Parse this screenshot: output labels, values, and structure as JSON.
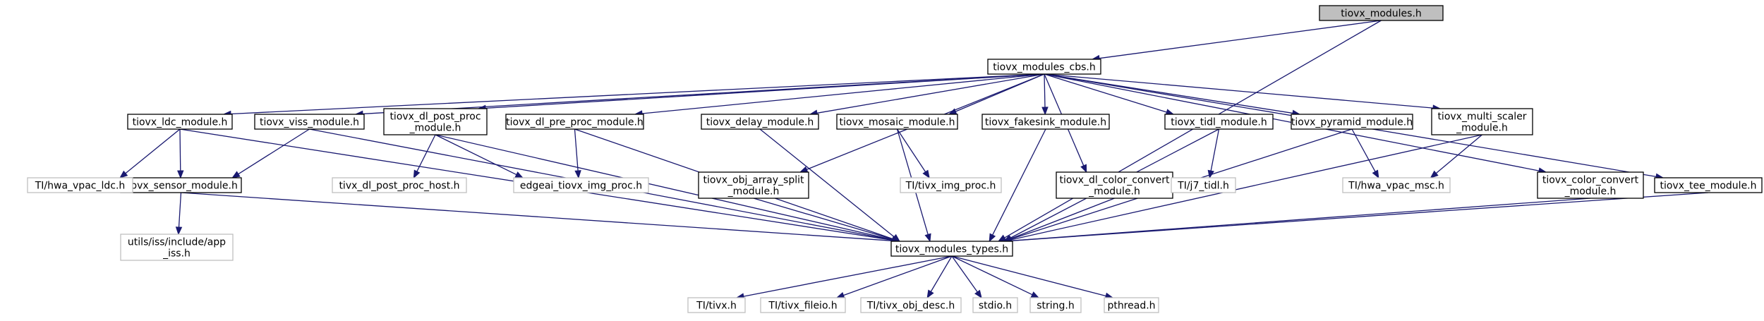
{
  "colors": {
    "edge": "#191970",
    "root_fill": "#bfbfbf",
    "external_border": "#bfbfbf",
    "node_border": "#000000"
  },
  "nodes": [
    {
      "id": "root",
      "kind": "root",
      "lines": [
        "tiovx_modules.h"
      ]
    },
    {
      "id": "cbs",
      "kind": "normal",
      "lines": [
        "tiovx_modules_cbs.h"
      ]
    },
    {
      "id": "types",
      "kind": "normal",
      "lines": [
        "tiovx_modules_types.h"
      ]
    },
    {
      "id": "ldc",
      "kind": "normal",
      "lines": [
        "tiovx_ldc_module.h"
      ]
    },
    {
      "id": "viss",
      "kind": "normal",
      "lines": [
        "tiovx_viss_module.h"
      ]
    },
    {
      "id": "dlpost",
      "kind": "normal",
      "lines": [
        "tiovx_dl_post_proc",
        "_module.h"
      ]
    },
    {
      "id": "dlpre",
      "kind": "normal",
      "lines": [
        "tiovx_dl_pre_proc_module.h"
      ]
    },
    {
      "id": "objarr",
      "kind": "normal",
      "lines": [
        "tiovx_obj_array_split",
        "_module.h"
      ]
    },
    {
      "id": "delay",
      "kind": "normal",
      "lines": [
        "tiovx_delay_module.h"
      ]
    },
    {
      "id": "mosaic",
      "kind": "normal",
      "lines": [
        "tiovx_mosaic_module.h"
      ]
    },
    {
      "id": "fakesink",
      "kind": "normal",
      "lines": [
        "tiovx_fakesink_module.h"
      ]
    },
    {
      "id": "dlcolor",
      "kind": "normal",
      "lines": [
        "tiovx_dl_color_convert",
        "_module.h"
      ]
    },
    {
      "id": "tidl",
      "kind": "normal",
      "lines": [
        "tiovx_tidl_module.h"
      ]
    },
    {
      "id": "pyramid",
      "kind": "normal",
      "lines": [
        "tiovx_pyramid_module.h"
      ]
    },
    {
      "id": "msc",
      "kind": "normal",
      "lines": [
        "tiovx_multi_scaler",
        "_module.h"
      ]
    },
    {
      "id": "colorconv",
      "kind": "normal",
      "lines": [
        "tiovx_color_convert",
        "_module.h"
      ]
    },
    {
      "id": "tee",
      "kind": "normal",
      "lines": [
        "tiovx_tee_module.h"
      ]
    },
    {
      "id": "sensor",
      "kind": "normal",
      "lines": [
        "tiovx_sensor_module.h"
      ]
    },
    {
      "id": "hwaldc",
      "kind": "external",
      "lines": [
        "TI/hwa_vpac_ldc.h"
      ]
    },
    {
      "id": "postproc_host",
      "kind": "external",
      "lines": [
        "tivx_dl_post_proc_host.h"
      ]
    },
    {
      "id": "edgeai",
      "kind": "external",
      "lines": [
        "edgeai_tiovx_img_proc.h"
      ]
    },
    {
      "id": "imgproc",
      "kind": "external",
      "lines": [
        "TI/tivx_img_proc.h"
      ]
    },
    {
      "id": "j7tidl",
      "kind": "external",
      "lines": [
        "TI/j7_tidl.h"
      ]
    },
    {
      "id": "hwamsc",
      "kind": "external",
      "lines": [
        "TI/hwa_vpac_msc.h"
      ]
    },
    {
      "id": "appiss",
      "kind": "external",
      "lines": [
        "utils/iss/include/app",
        "_iss.h"
      ]
    },
    {
      "id": "tivx",
      "kind": "external",
      "lines": [
        "TI/tivx.h"
      ]
    },
    {
      "id": "fileio",
      "kind": "external",
      "lines": [
        "TI/tivx_fileio.h"
      ]
    },
    {
      "id": "objdesc",
      "kind": "external",
      "lines": [
        "TI/tivx_obj_desc.h"
      ]
    },
    {
      "id": "stdio",
      "kind": "external",
      "lines": [
        "stdio.h"
      ]
    },
    {
      "id": "string",
      "kind": "external",
      "lines": [
        "string.h"
      ]
    },
    {
      "id": "pthread",
      "kind": "external",
      "lines": [
        "pthread.h"
      ]
    }
  ],
  "edges": [
    [
      "root",
      "cbs"
    ],
    [
      "root",
      "types"
    ],
    [
      "cbs",
      "ldc"
    ],
    [
      "cbs",
      "viss"
    ],
    [
      "cbs",
      "dlpost"
    ],
    [
      "cbs",
      "dlpre"
    ],
    [
      "cbs",
      "objarr"
    ],
    [
      "cbs",
      "delay"
    ],
    [
      "cbs",
      "mosaic"
    ],
    [
      "cbs",
      "fakesink"
    ],
    [
      "cbs",
      "dlcolor"
    ],
    [
      "cbs",
      "tidl"
    ],
    [
      "cbs",
      "pyramid"
    ],
    [
      "cbs",
      "msc"
    ],
    [
      "cbs",
      "colorconv"
    ],
    [
      "cbs",
      "tee"
    ],
    [
      "ldc",
      "hwaldc"
    ],
    [
      "ldc",
      "sensor"
    ],
    [
      "ldc",
      "types"
    ],
    [
      "viss",
      "sensor"
    ],
    [
      "viss",
      "types"
    ],
    [
      "dlpost",
      "postproc_host"
    ],
    [
      "dlpost",
      "edgeai"
    ],
    [
      "dlpost",
      "types"
    ],
    [
      "dlpre",
      "edgeai"
    ],
    [
      "dlpre",
      "types"
    ],
    [
      "objarr",
      "types"
    ],
    [
      "delay",
      "types"
    ],
    [
      "mosaic",
      "imgproc"
    ],
    [
      "mosaic",
      "types"
    ],
    [
      "fakesink",
      "types"
    ],
    [
      "dlcolor",
      "types"
    ],
    [
      "tidl",
      "j7tidl"
    ],
    [
      "tidl",
      "types"
    ],
    [
      "pyramid",
      "hwamsc"
    ],
    [
      "pyramid",
      "types"
    ],
    [
      "msc",
      "hwamsc"
    ],
    [
      "msc",
      "types"
    ],
    [
      "colorconv",
      "types"
    ],
    [
      "tee",
      "types"
    ],
    [
      "sensor",
      "appiss"
    ],
    [
      "sensor",
      "types"
    ],
    [
      "types",
      "tivx"
    ],
    [
      "types",
      "fileio"
    ],
    [
      "types",
      "objdesc"
    ],
    [
      "types",
      "stdio"
    ],
    [
      "types",
      "string"
    ],
    [
      "types",
      "pthread"
    ]
  ]
}
